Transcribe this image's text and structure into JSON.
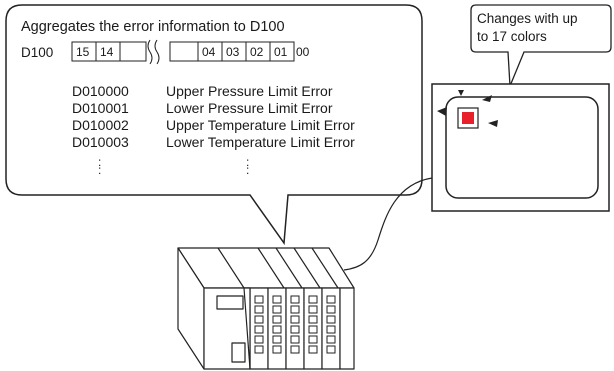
{
  "callout_left": {
    "heading": "Aggregates the error information to D100",
    "register_label": "D100",
    "bits_high": [
      "15",
      "14"
    ],
    "bits_low": [
      "04",
      "03",
      "02",
      "01",
      "00"
    ],
    "rows": [
      {
        "address": "D010000",
        "description": "Upper Pressure Limit Error"
      },
      {
        "address": "D010001",
        "description": "Lower Pressure Limit Error"
      },
      {
        "address": "D010002",
        "description": "Upper Temperature Limit Error"
      },
      {
        "address": "D010003",
        "description": "Lower Temperature Limit Error"
      }
    ],
    "continuation": ":"
  },
  "callout_right": {
    "line1": "Changes with up",
    "line2": "to 17 colors"
  },
  "colors": {
    "indicator": "#e8202a",
    "line": "#222222"
  }
}
